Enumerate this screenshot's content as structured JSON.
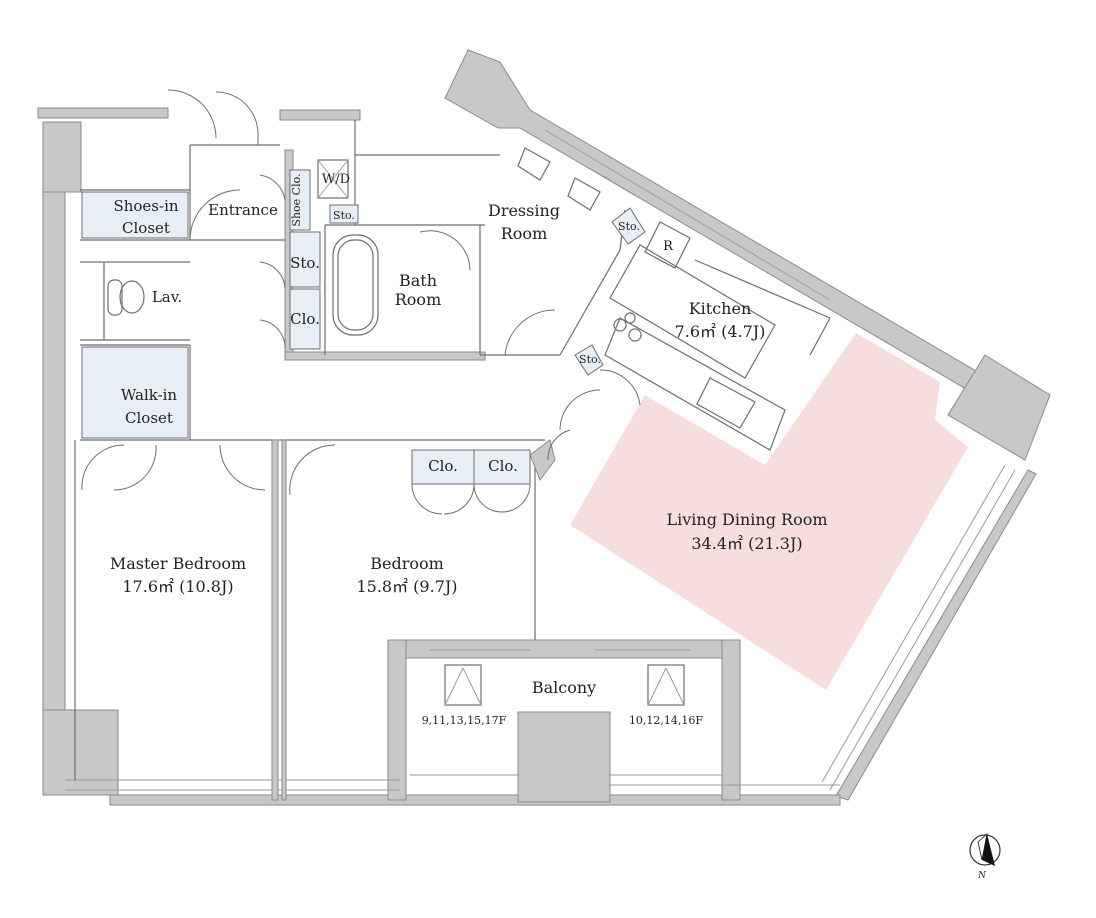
{
  "rooms": {
    "shoes_in_closet": {
      "line1": "Shoes-in",
      "line2": "Closet"
    },
    "entrance": "Entrance",
    "shoe_clo": "Shoe Clo.",
    "wd": "W/D",
    "sto_wd": "Sto.",
    "dressing_room": {
      "line1": "Dressing",
      "line2": "Room"
    },
    "sto_dressing": "Sto.",
    "refrigerator": "R",
    "sto_hall": "Sto.",
    "bath_room": {
      "line1": "Bath",
      "line2": "Room"
    },
    "clo_hall": "Clo.",
    "lav": "Lav.",
    "kitchen": {
      "line1": "Kitchen",
      "line2": "7.6㎡ (4.7J)"
    },
    "sto_kitchen": "Sto.",
    "walk_in_closet": {
      "line1": "Walk-in",
      "line2": "Closet"
    },
    "clo_bedroom_1": "Clo.",
    "clo_bedroom_2": "Clo.",
    "living_dining_room": {
      "line1": "Living Dining Room",
      "line2": "34.4㎡ (21.3J)"
    },
    "master_bedroom": {
      "line1": "Master Bedroom",
      "line2": "17.6㎡ (10.8J)"
    },
    "bedroom": {
      "line1": "Bedroom",
      "line2": "15.8㎡ (9.7J)"
    },
    "balcony": "Balcony",
    "floors_left": "9,11,13,15,17F",
    "floors_right": "10,12,14,16F"
  },
  "compass": {
    "label": "N"
  },
  "colors": {
    "wall": "#c8c8c8",
    "closet": "#e8eef6",
    "living_highlight": "#f7dede"
  }
}
